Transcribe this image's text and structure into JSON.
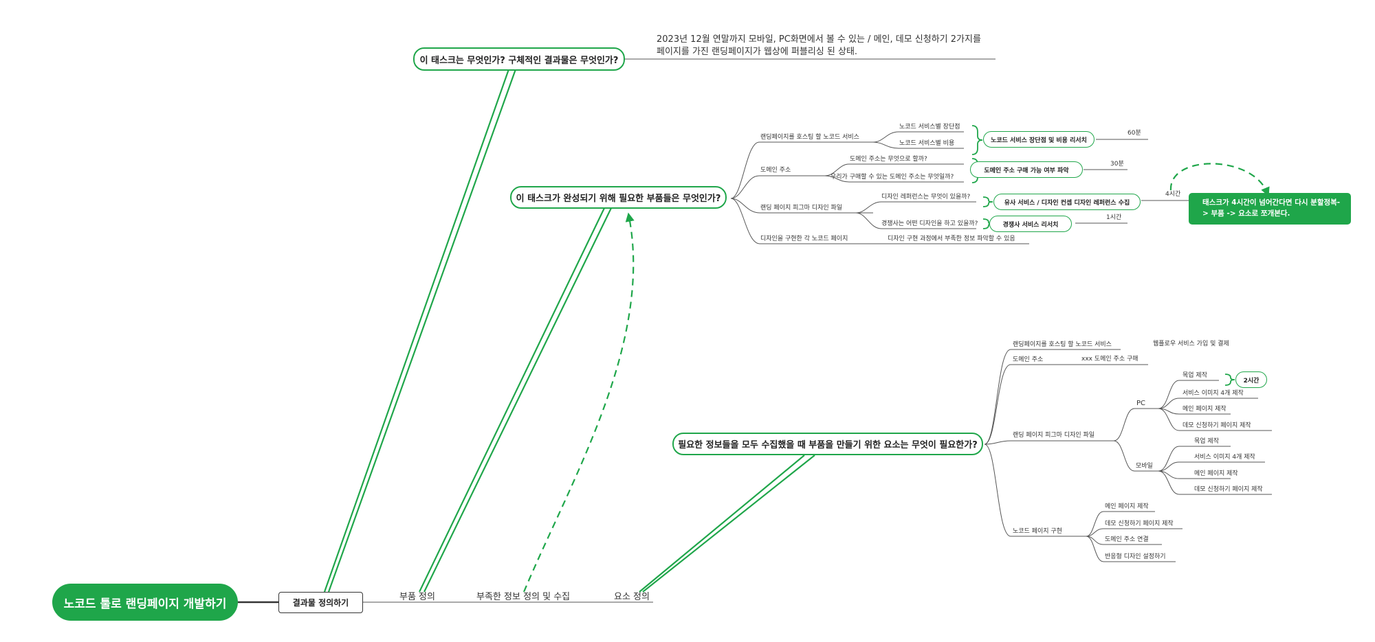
{
  "root": "노코드 툴로 랜딩페이지 개발하기",
  "step": "결과물 정의하기",
  "tracks": {
    "parts": "부품 정의",
    "info": "부족한 정보 정의 및 수집",
    "elements": "요소 정의"
  },
  "q1": {
    "question": "이 태스크는 무엇인가? 구체적인 결과물은 무엇인가?",
    "answer_line1": "2023년 12월 연말까지 모바일, PC화면에서 볼 수 있는 / 메인, 데모 신청하기 2가지를",
    "answer_line2": "페이지를 가진 랜딩페이지가 웹상에 퍼블리싱 된 상태."
  },
  "q2": {
    "question": "이 태스크가 완성되기 위해 필요한 부품들은 무엇인가?",
    "branches": [
      "랜딩페이지를 호스팅 할 노코드 서비스",
      "도메인 주소",
      "랜딩 페이지 피그마 디자인 파일",
      "디자인을 구현한 각 노코드 페이지"
    ],
    "subs": {
      "hosting_pros": "노코드 서비스별 장단점",
      "hosting_cost": "노코드 서비스별 비용",
      "domain_what": "도메인 주소는 무엇으로 할까?",
      "domain_buy": "우리가 구매할 수 있는 도메인 주소는 무엇일까?",
      "design_ref": "디자인 레퍼런스는 무엇이 있을까?",
      "design_comp": "경쟁사는 어떤 디자인을 하고 있을까?",
      "impl_info": "디자인 구현 과정에서 부족한 정보 파악할 수 있음"
    },
    "tasks": {
      "hosting": "노코드 서비스 장단점 및 비용 리서치",
      "domain": "도메인 주소 구매 가능 여부 파악",
      "reference": "유사 서비스 / 디자인 컨셉 디자인 레퍼런스 수집",
      "competitor": "경쟁사 서비스 리서치"
    },
    "times": {
      "hosting": "60분",
      "domain": "30분",
      "competitor": "1시간",
      "total": "4시간"
    },
    "note": "태스크가 4시간이 넘어간다면 다시 분할정복-> 부품 -> 요소로 쪼개본다."
  },
  "q3": {
    "question": "필요한 정보들을 모두 수집했을 때 부품을 만들기 위한 요소는 무엇이 필요한가?",
    "branches": {
      "hosting": "랜딩페이지를 호스팅 할 노코드 서비스",
      "domain": "도메인 주소",
      "design": "랜딩 페이지 피그마 디자인 파일",
      "impl": "노코드 페이지 구현"
    },
    "hosting_item": "웹플로우 서비스 가입 및 결제",
    "domain_item": "xxx 도메인 주소 구매",
    "pc": "PC",
    "mobile": "모바일",
    "pc_items": [
      "목업 제작",
      "서비스 이미지 4개 제작",
      "메인 페이지 제작",
      "데모 신청하기 페이지 제작"
    ],
    "mobile_items": [
      "목업 제작",
      "서비스 이미지 4개 제작",
      "메인 페이지 제작",
      "데모 신청하기 페이지 제작"
    ],
    "impl_items": [
      "메인 페이지 제작",
      "데모 신청하기 페이지 제작",
      "도메인 주소 연결",
      "반응형 디자인 설정하기"
    ],
    "mockup_time": "2시간"
  },
  "colors": {
    "accent": "#1fa64a",
    "line": "#6b6b6b",
    "text": "#333333"
  }
}
